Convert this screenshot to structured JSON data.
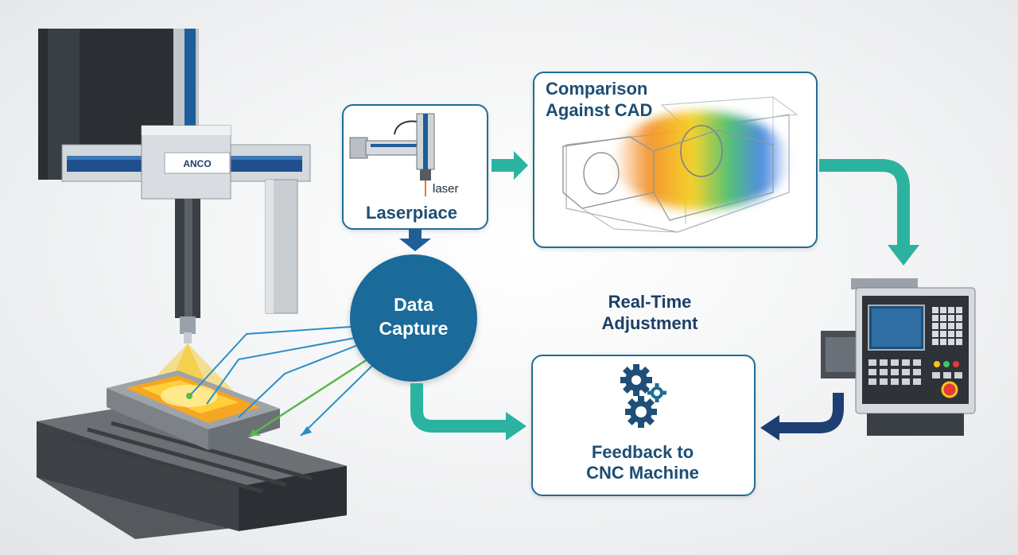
{
  "machine": {
    "brand_label": "ANCO"
  },
  "sensor_panel": {
    "title": "Laserpiace",
    "laser_label": "laser"
  },
  "capture_node": {
    "label": "Data Capture"
  },
  "comparison_panel": {
    "title": "Comparison Against CAD"
  },
  "adjustment": {
    "label": "Real-Time Adjustment"
  },
  "feedback_panel": {
    "title": "Feedback to CNC Machine"
  },
  "colors": {
    "panel_border": "#1f6d96",
    "text_navy": "#1c4e74",
    "capture_circle": "#1a6a9a",
    "arrow_teal": "#2bb3a0",
    "arrow_navy": "#1d3f72",
    "beam_yellow": "#f5c518"
  }
}
